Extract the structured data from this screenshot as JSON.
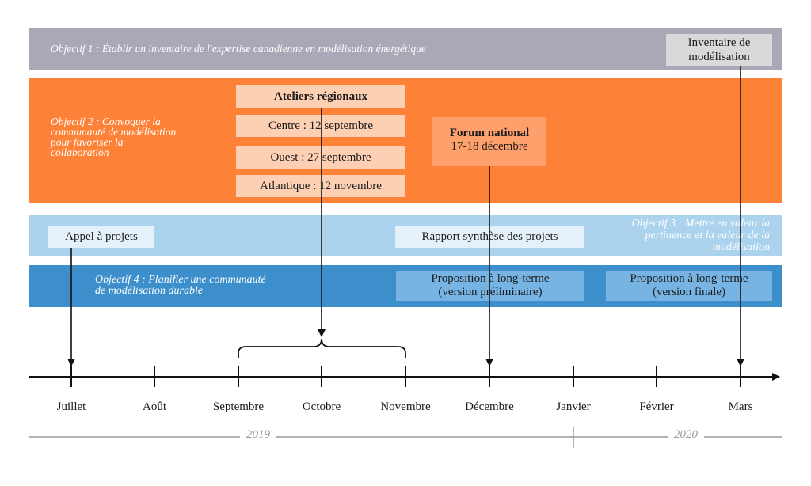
{
  "objectives": {
    "o1": "Objectif 1 : Établir un inventaire de l'expertise canadienne en modélisation énergétique",
    "o2_lines": [
      "Objectif 2 : Convoquer la",
      "communauté de modélisation",
      "pour favoriser la",
      "collaboration"
    ],
    "o3_lines": [
      "Objectif 3 : Mettre en valeur la",
      "pertinence et la valeur de la",
      "modélisation"
    ],
    "o4_lines": [
      "Objectif 4 : Planifier une communauté",
      "de modélisation durable"
    ]
  },
  "boxes": {
    "inventaire": [
      "Inventaire de",
      "modélisation"
    ],
    "ateliers_title": "Ateliers régionaux",
    "centre": "Centre : 12 septembre",
    "ouest": "Ouest : 27 septembre",
    "atlantique": "Atlantique : 12 novembre",
    "forum_title": "Forum national",
    "forum_date": "17-18 décembre",
    "appel": "Appel à projets",
    "rapport": "Rapport synthèse des projets",
    "prop_prelim": [
      "Proposition à long-terme",
      "(version préliminaire)"
    ],
    "prop_finale": [
      "Proposition à long-terme",
      "(version finale)"
    ]
  },
  "months": [
    "Juillet",
    "Août",
    "Septembre",
    "Octobre",
    "Novembre",
    "Décembre",
    "Janvier",
    "Février",
    "Mars"
  ],
  "years": [
    "2019",
    "2020"
  ],
  "colors": {
    "band1": "#a9a8b7",
    "band2": "#fd8238",
    "band3": "#abd3ed",
    "band4": "#3d8fcb",
    "box_orange_light": "#fed0b3",
    "box_orange_mid": "#fea06c",
    "box_blue_light": "#e4f1fa",
    "box_blue_mid": "#77b4e3",
    "box_gray": "#d9d9d9"
  }
}
